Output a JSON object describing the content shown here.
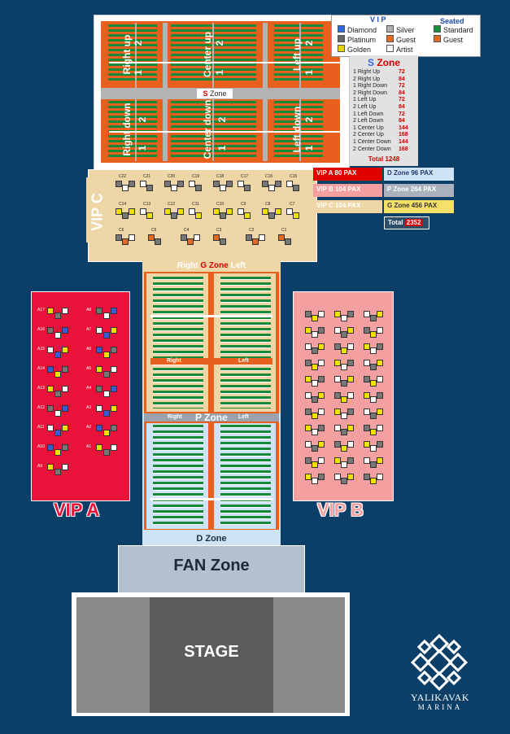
{
  "legend": {
    "vip_title": "V I P",
    "seated_title": "Seated",
    "items": [
      {
        "label": "Diamond",
        "color": "#2f6be0"
      },
      {
        "label": "Silver",
        "color": "#b0b0b0"
      },
      {
        "label": "Standard",
        "color": "#17903a"
      },
      {
        "label": "Platinum",
        "color": "#666666"
      },
      {
        "label": "Guest",
        "color": "#e36a1e"
      },
      {
        "label": "Guest",
        "color": "#e36a1e"
      },
      {
        "label": "Golden",
        "color": "#e8d400"
      },
      {
        "label": "Artist",
        "color": "#ffffff"
      }
    ]
  },
  "s_zone": {
    "title_letter": "S",
    "title_rest": "Zone",
    "center_label_letter": "S",
    "center_label_rest": "Zone",
    "sections": {
      "right_up": "Right up",
      "right_down": "Right down",
      "center_up": "Center up",
      "center_down": "Center down",
      "left_up": "Left up",
      "left_down": "Left down",
      "n1": "1",
      "n2": "2"
    },
    "rows": [
      {
        "name": "1 Right Up",
        "value": "72"
      },
      {
        "name": "2 Right Up",
        "value": "84"
      },
      {
        "name": "1 Right Down",
        "value": "72"
      },
      {
        "name": "2 Right Down",
        "value": "84"
      },
      {
        "name": "1 Left Up",
        "value": "72"
      },
      {
        "name": "2 Left Up",
        "value": "84"
      },
      {
        "name": "1 Left Down",
        "value": "72"
      },
      {
        "name": "2 Left Down",
        "value": "84"
      },
      {
        "name": "1 Center Up",
        "value": "144"
      },
      {
        "name": "2 Center Up",
        "value": "168"
      },
      {
        "name": "1 Center Down",
        "value": "144"
      },
      {
        "name": "2 Center Down",
        "value": "168"
      }
    ],
    "total": "Total 1248"
  },
  "pax": {
    "vip_a": "VIP A  80 PAX",
    "vip_b": "VIP B  104 PAX",
    "vip_c": "VIP C  104 PAX",
    "d_zone": "D Zone  96 PAX",
    "p_zone": "P Zone  264 PAX",
    "g_zone": "G Zone  456 PAX",
    "total_label": "Total",
    "total_value": "2352"
  },
  "vip_c": {
    "label": "VIP C",
    "tables_top": [
      "C22",
      "C21",
      "C20",
      "C19",
      "C18",
      "C17",
      "C16",
      "C15"
    ],
    "tables_mid": [
      "C14",
      "C13",
      "C12",
      "C11",
      "C10",
      "C9",
      "C8",
      "C7"
    ],
    "tables_bot": [
      "C6",
      "C5",
      "C4",
      "C3",
      "C2",
      "C1"
    ]
  },
  "g_zone": {
    "right": "Right",
    "title": "G Zone",
    "left": "Left",
    "mid_right": "Right",
    "mid_left": "Left"
  },
  "p_zone": {
    "right": "Right",
    "title_letter": "P",
    "title_rest": "Zone",
    "left": "Left"
  },
  "vip_a": {
    "label": "VIP A",
    "tables": [
      "A17",
      "A16",
      "A15",
      "A14",
      "A13",
      "A12",
      "A11",
      "A10",
      "A9",
      "A8",
      "A7",
      "A6",
      "A5",
      "A4",
      "A3",
      "A2",
      "A1"
    ]
  },
  "vip_b": {
    "label": "VIP B"
  },
  "d_zone": {
    "label": "D Zone"
  },
  "fan_zone": {
    "label": "FAN Zone"
  },
  "stage": {
    "label": "STAGE"
  },
  "logo": {
    "line1": "YALIKAVAK",
    "line2": "MARINA"
  }
}
